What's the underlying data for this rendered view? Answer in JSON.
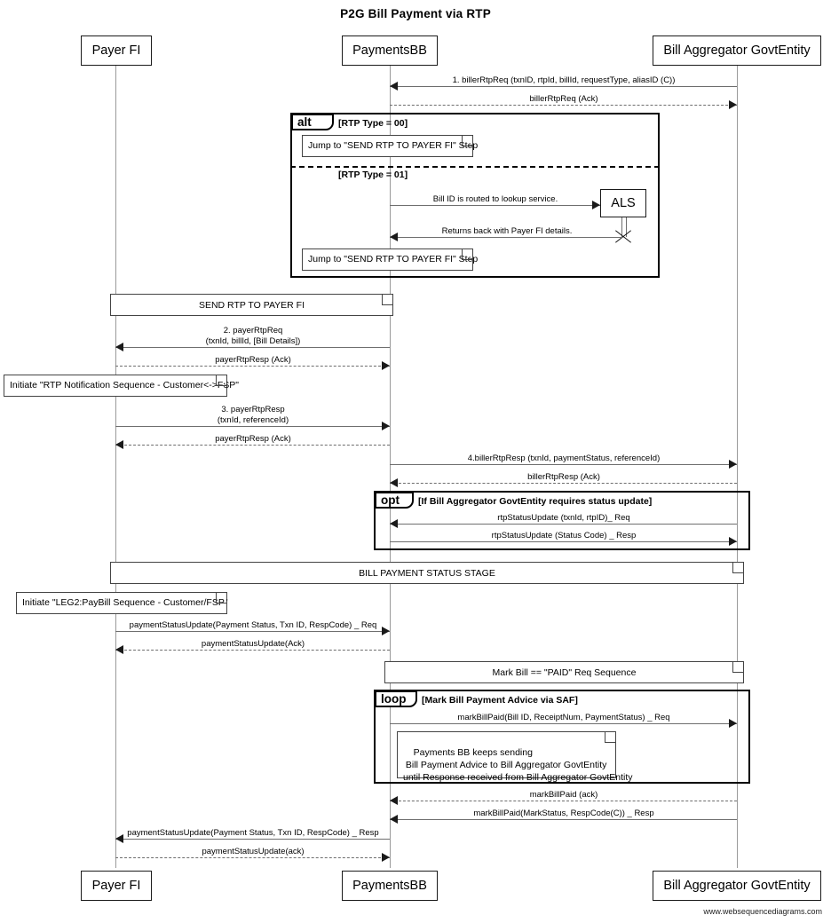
{
  "title": "P2G Bill Payment via RTP",
  "footer": "www.websequencediagrams.com",
  "actors": {
    "payer_fi": "Payer FI",
    "payments_bb": "PaymentsBB",
    "bill_aggregator": "Bill Aggregator GovtEntity",
    "als": "ALS"
  },
  "messages": {
    "m1": "1. billerRtpReq (txnID, rtpId, billId,  requestType, aliasID (C))",
    "m1_ack": "billerRtpReq (Ack)",
    "alt_lookup": "Bill ID is routed to lookup service.",
    "alt_return": "Returns back with Payer FI details.",
    "m2_line1": "2. payerRtpReq",
    "m2_line2": "(txnId, billId, [Bill Details])",
    "m2_ack": "payerRtpResp (Ack)",
    "m3_line1": "3. payerRtpResp",
    "m3_line2": "(txnId, referenceId)",
    "m3_ack": "payerRtpResp (Ack)",
    "m4": "4.billerRtpResp (txnId, paymentStatus, referenceId)",
    "m4_ack": "billerRtpResp (Ack)",
    "opt_req": "rtpStatusUpdate (txnId, rtpID)_ Req",
    "opt_resp": "rtpStatusUpdate (Status Code) _ Resp",
    "psu_req": "paymentStatusUpdate(Payment Status, Txn ID, RespCode) _ Req",
    "psu_ack": "paymentStatusUpdate(Ack)",
    "mbp_req": "markBillPaid(Bill ID, ReceiptNum, PaymentStatus) _ Req",
    "mbp_ack": "markBillPaid (ack)",
    "mbp_resp": "markBillPaid(MarkStatus, RespCode(C)) _ Resp",
    "psu_resp": "paymentStatusUpdate(Payment Status, Txn ID, RespCode) _ Resp",
    "psu_ack2": "paymentStatusUpdate(ack)"
  },
  "frames": {
    "alt": {
      "kind": "alt",
      "cond1": "[RTP Type = 00]",
      "cond2": "[RTP Type = 01]"
    },
    "opt": {
      "kind": "opt",
      "cond": "[If Bill Aggregator GovtEntity requires status update]"
    },
    "loop": {
      "kind": "loop",
      "cond": "[Mark Bill Payment Advice via SAF]"
    }
  },
  "banners": {
    "send_rtp": "SEND RTP TO PAYER FI",
    "bill_status_stage": "BILL PAYMENT STATUS STAGE",
    "mark_bill_paid": "Mark Bill == \"PAID\" Req Sequence"
  },
  "notes": {
    "jump1": "Jump to \"SEND RTP TO PAYER FI\" Step",
    "jump2": "Jump to \"SEND RTP TO PAYER FI\" Step",
    "rtp_notification": "Initiate \"RTP Notification Sequence - Customer<->FSP\"",
    "leg2": "Initiate \"LEG2:PayBill Sequence - Customer/FSP\"",
    "saf": "Payments BB keeps sending\n Bill Payment Advice to Bill Aggregator GovtEntity\nuntil Response received from Bill Aggregator GovtEntity"
  },
  "colors": {
    "stroke": "#1a1a1a",
    "message_line": "#6e6e6e",
    "background": "#ffffff"
  }
}
